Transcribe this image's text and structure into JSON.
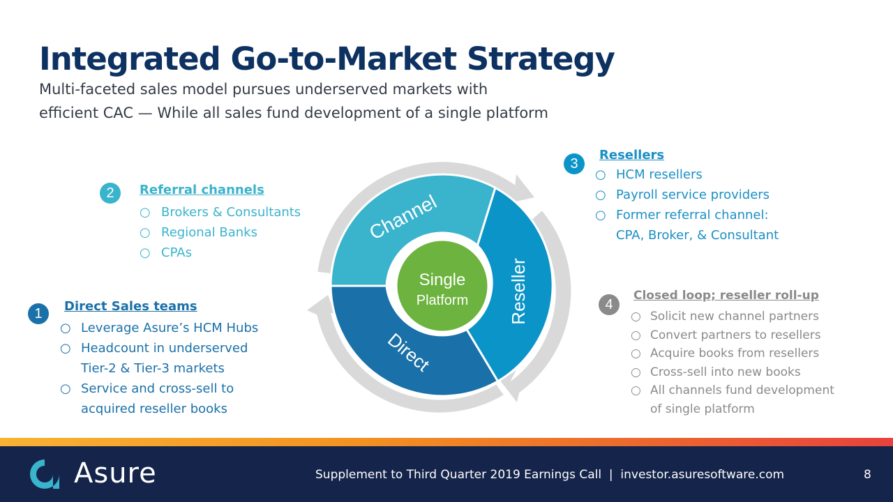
{
  "header": {
    "title": "Integrated Go-to-Market Strategy",
    "subtitle_line1": "Multi-faceted sales model pursues underserved markets with",
    "subtitle_line2": "efficient CAC — While all sales fund development of a single platform"
  },
  "diagram": {
    "segments": {
      "channel": "Channel",
      "reseller": "Reseller",
      "direct": "Direct"
    },
    "center_line1": "Single",
    "center_line2": "Platform"
  },
  "sections": {
    "referral": {
      "number": "2",
      "heading": "Referral channels",
      "items": [
        "Brokers & Consultants",
        "Regional Banks",
        "CPAs"
      ]
    },
    "direct": {
      "number": "1",
      "heading": "Direct Sales teams",
      "items": [
        "Leverage Asure’s HCM Hubs",
        "Headcount in underserved",
        "Tier-2 & Tier-3 markets",
        "Service and cross-sell to",
        "acquired reseller books"
      ]
    },
    "resellers": {
      "number": "3",
      "heading": "Resellers",
      "items": [
        "HCM resellers",
        "Payroll service providers",
        "Former referral channel:",
        "CPA, Broker, & Consultant"
      ]
    },
    "closed_loop": {
      "number": "4",
      "heading": "Closed loop; reseller roll-up",
      "items": [
        "Solicit new channel partners",
        "Convert partners to resellers",
        "Acquire books from resellers",
        "Cross-sell into new books",
        "All channels fund development",
        "of single platform"
      ]
    }
  },
  "footer": {
    "logo": "Asure",
    "text": "Supplement to Third Quarter 2019 Earnings Call  |  investor.asuresoftware.com",
    "page": "8"
  },
  "colors": {
    "title": "#0d3160",
    "channel": "#3ab3cc",
    "reseller": "#0a94c8",
    "direct": "#1a70a8",
    "center": "#6db33f",
    "badge_closed": "#8a8a8a",
    "footer_bg": "#15244a"
  },
  "icons": {
    "logo_mark": "asure-logo-icon",
    "bullet": "hollow-circle-bullet"
  }
}
